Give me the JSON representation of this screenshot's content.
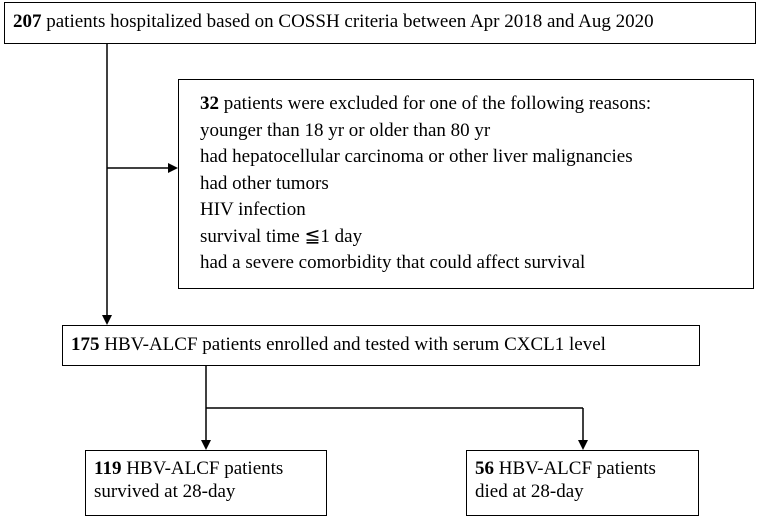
{
  "top_box": {
    "count": "207",
    "text": " patients hospitalized based on  COSSH criteria between Apr 2018 and Aug 2020"
  },
  "exclusion_box": {
    "count": "32",
    "text": " patients were excluded for one of the following reasons:",
    "reasons": [
      "younger than 18 yr or older than 80 yr",
      "had hepatocellular carcinoma or other liver malignancies",
      "had other tumors",
      "HIV infection",
      "survival time ≦1 day",
      "had a severe comorbidity that could affect survival"
    ]
  },
  "enrolled_box": {
    "count": "175",
    "text": " HBV-ALCF patients enrolled and tested with serum CXCL1 level"
  },
  "survived_box": {
    "count": "119",
    "line1": " HBV-ALCF patients",
    "line2": "survived at 28-day"
  },
  "died_box": {
    "count": "56",
    "line1": " HBV-ALCF patients",
    "line2": "died at 28-day"
  }
}
